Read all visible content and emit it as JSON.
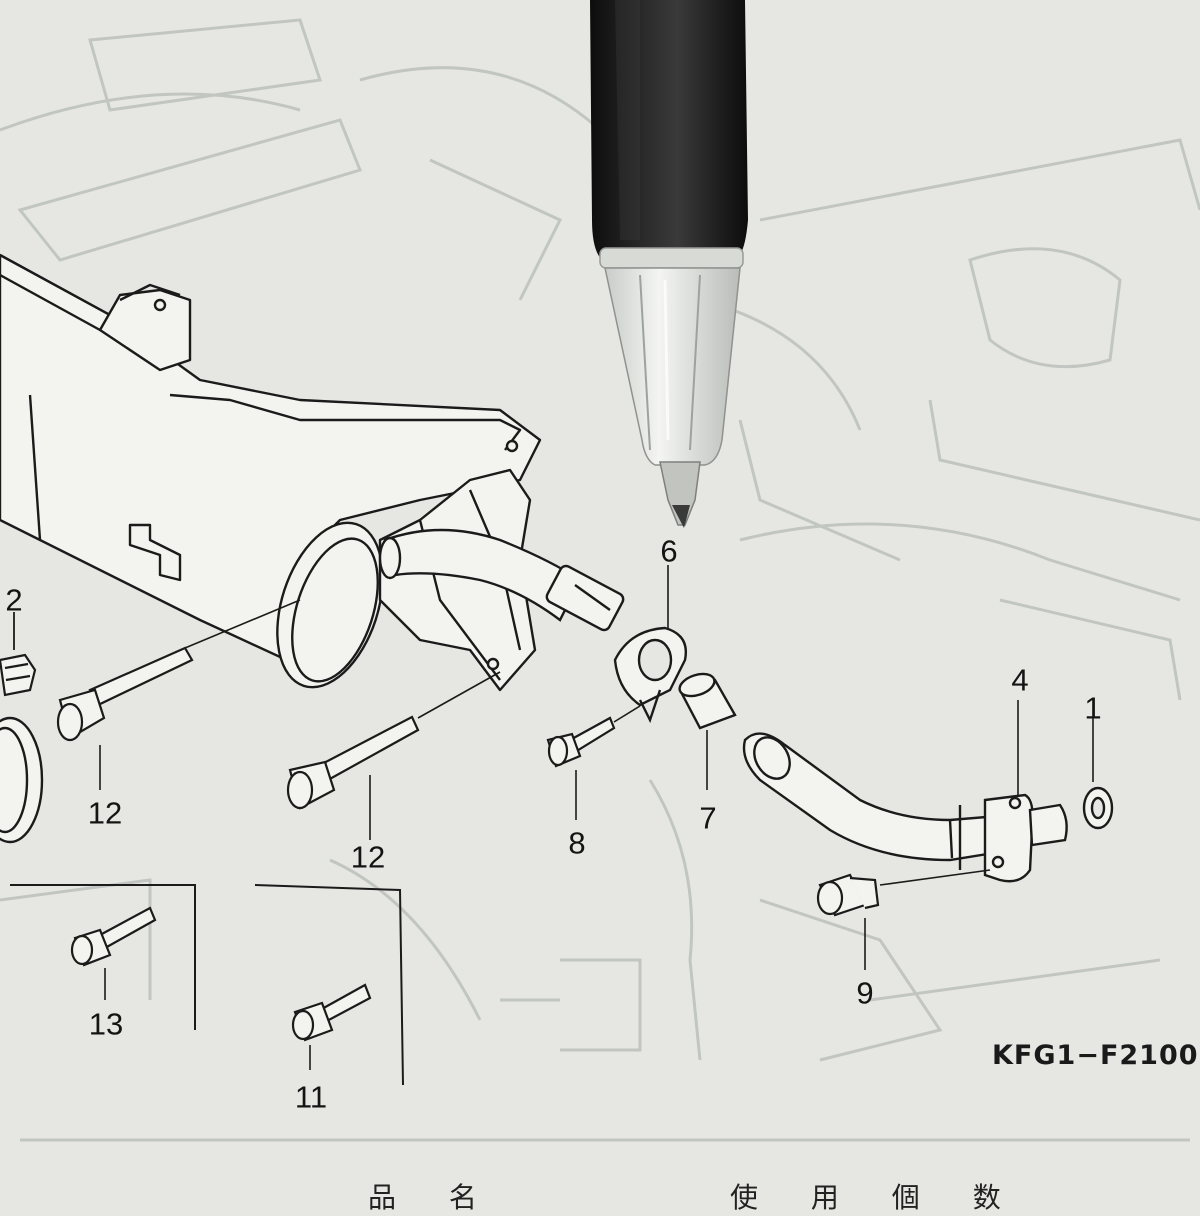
{
  "diagram": {
    "drawing_code": "KFG1−F2100",
    "callouts": [
      {
        "id": "callout-1",
        "text": "1"
      },
      {
        "id": "callout-2",
        "text": "2"
      },
      {
        "id": "callout-4",
        "text": "4"
      },
      {
        "id": "callout-6",
        "text": "6"
      },
      {
        "id": "callout-7",
        "text": "7"
      },
      {
        "id": "callout-8",
        "text": "8"
      },
      {
        "id": "callout-9",
        "text": "9"
      },
      {
        "id": "callout-11",
        "text": "11"
      },
      {
        "id": "callout-12a",
        "text": "12"
      },
      {
        "id": "callout-12b",
        "text": "12"
      },
      {
        "id": "callout-13",
        "text": "13"
      }
    ],
    "footer": {
      "left": "品 名",
      "right": "使 用 個 数"
    }
  },
  "colors": {
    "paper": "#e6e7e2",
    "ink": "#141414",
    "bleed": "#b7bcb8",
    "pen_body": "#151515"
  },
  "icons": [
    "muffler-drawing",
    "exhaust-pipe-drawing",
    "bolt-drawing",
    "nut-drawing",
    "clamp-drawing",
    "gasket-drawing",
    "pen-photo"
  ]
}
